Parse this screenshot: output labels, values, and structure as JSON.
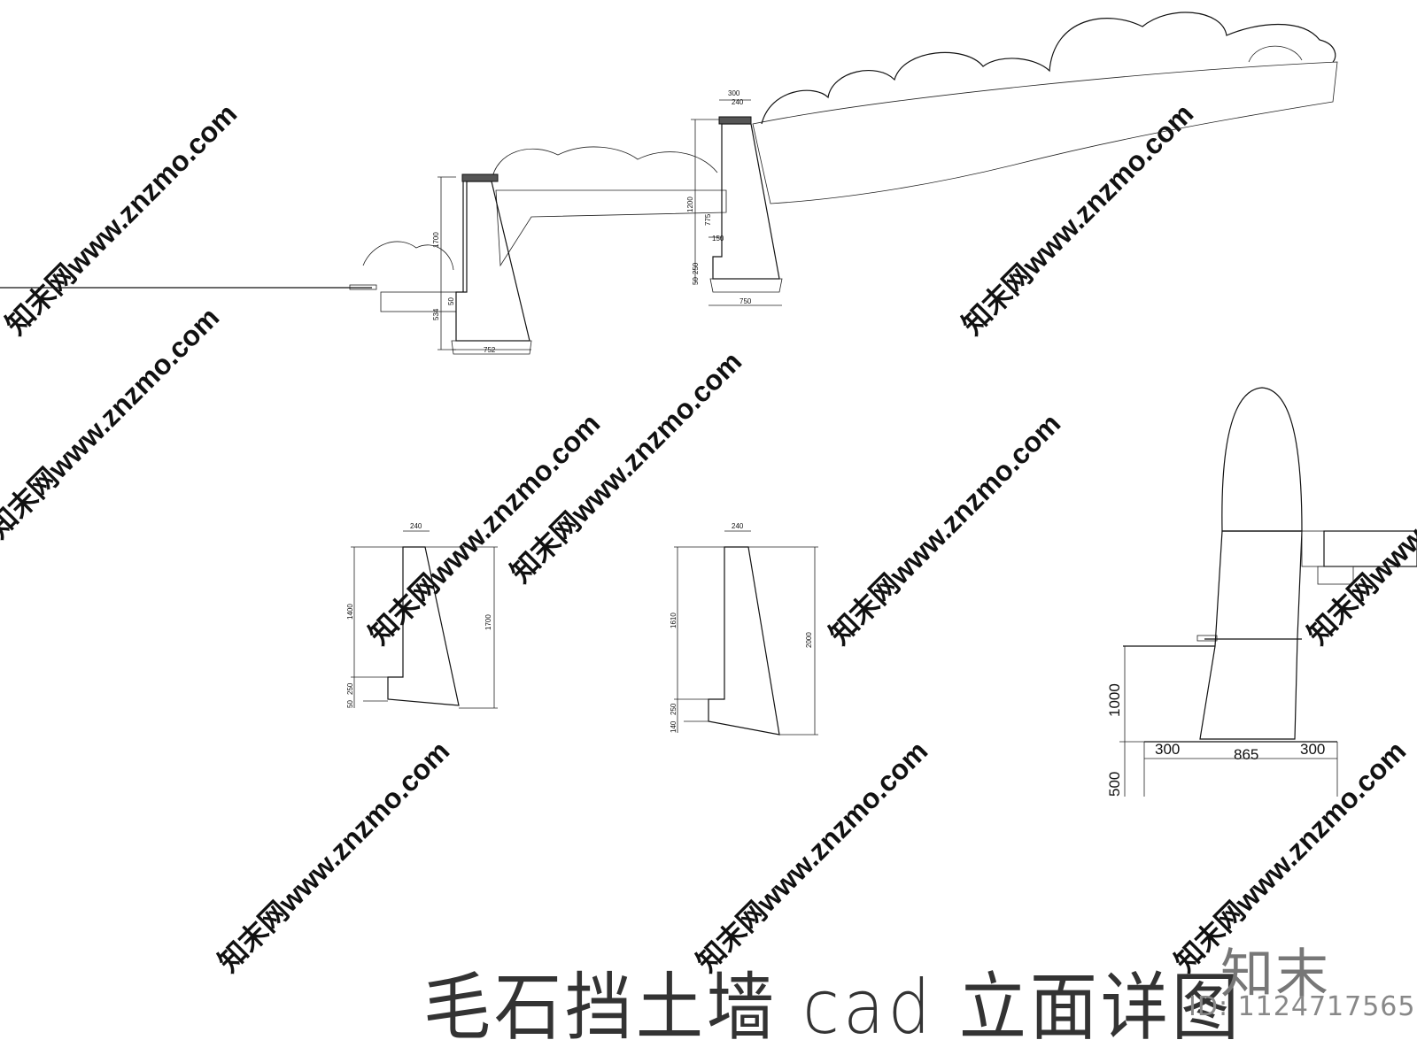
{
  "title": "毛石挡土墙 cad 立面详图",
  "brand": "知末",
  "id_label": "ID: 1124717565",
  "watermark": "知末网www.znzmo.com",
  "section_a": {
    "dims": {
      "top": "300",
      "cap": "240",
      "height": "1200",
      "sub": "775",
      "step": "150",
      "base": "250",
      "gap": "50",
      "width": "750"
    }
  },
  "section_b": {
    "dims": {
      "height": "1700",
      "low": "534",
      "width": "752",
      "side": "50"
    }
  },
  "profile_1": {
    "dims": {
      "top": "240",
      "upper": "1400",
      "base": "250",
      "foot": "50",
      "total": "1700"
    }
  },
  "profile_2": {
    "dims": {
      "top": "240",
      "upper": "1610",
      "base": "250",
      "foot": "140",
      "total": "2000"
    }
  },
  "detail": {
    "dims": {
      "left": "300",
      "middle": "865",
      "right": "300",
      "height": "1000",
      "footing": "500"
    }
  }
}
